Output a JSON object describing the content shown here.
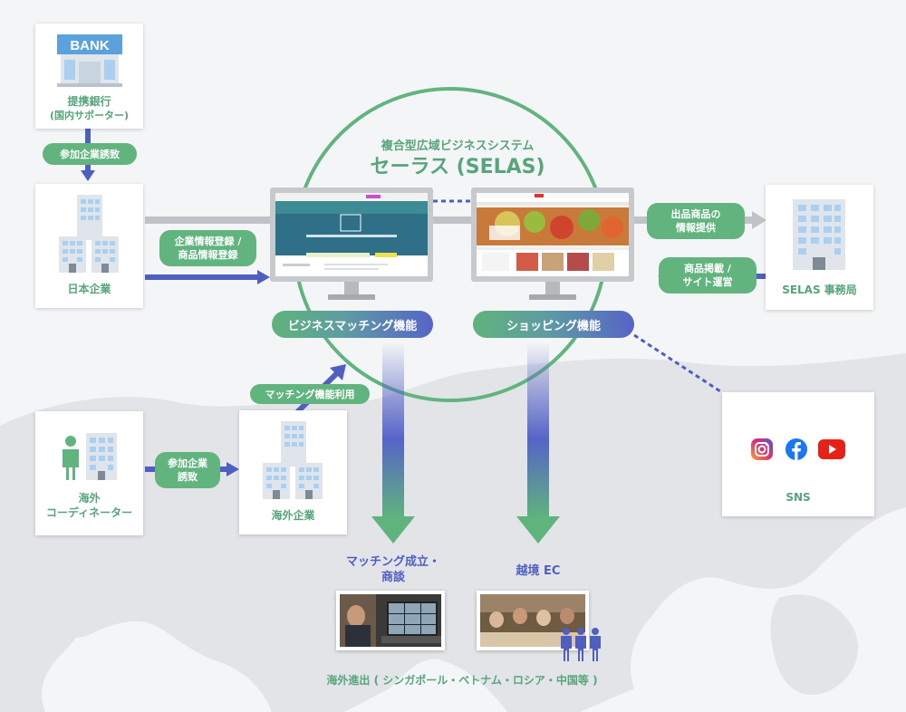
{
  "system": {
    "subtitle": "複合型広域ビジネスシステム",
    "title": "セーラス (SELAS)"
  },
  "bank": {
    "sign": "BANK",
    "label_line1": "提携銀行",
    "label_line2": "(国内サポーター)"
  },
  "japan_company": {
    "label": "日本企業"
  },
  "overseas_coordinator": {
    "label_line1": "海外",
    "label_line2": "コーディネーター"
  },
  "overseas_company": {
    "label": "海外企業"
  },
  "selas_office": {
    "label": "SELAS 事務局"
  },
  "sns": {
    "label": "SNS",
    "icons": [
      "instagram-icon",
      "facebook-icon",
      "youtube-icon"
    ]
  },
  "pills": {
    "invite1": "参加企業誘致",
    "register_line1": "企業情報登録 /",
    "register_line2": "商品情報登録",
    "product_info_line1": "出品商品の",
    "product_info_line2": "情報提供",
    "posting_line1": "商品掲載 /",
    "posting_line2": "サイト運営",
    "invite2_line1": "参加企業",
    "invite2_line2": "誘致",
    "matching_use": "マッチング機能利用"
  },
  "functions": {
    "business_matching": "ビジネスマッチング機能",
    "shopping": "ショッピング機能"
  },
  "outcomes": {
    "matching_line1": "マッチング成立・",
    "matching_line2": "商談",
    "cross_border": "越境 EC"
  },
  "bottom_note": "海外進出 ( シンガポール・ベトナム・ロシア・中国等 )",
  "colors": {
    "green": "#62b47f",
    "blue": "#4f5fc0",
    "gray_line": "#bfc2c6"
  }
}
